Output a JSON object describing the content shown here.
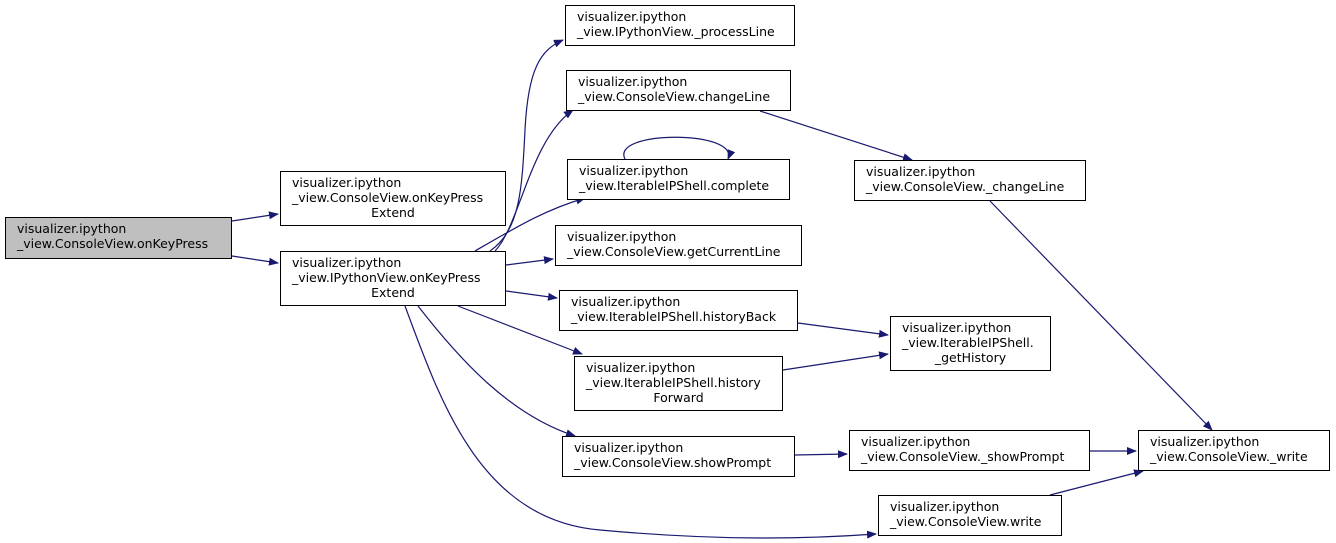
{
  "colors": {
    "edge": "#191970",
    "root_fill": "#bfbfbf",
    "node_fill": "#ffffff",
    "border": "#000000"
  },
  "nodes": {
    "onKeyPress": [
      "visualizer.ipython",
      "_view.ConsoleView.onKeyPress"
    ],
    "cv_onKeyPressExtend": [
      "visualizer.ipython",
      "_view.ConsoleView.onKeyPress",
      "Extend"
    ],
    "ipv_onKeyPressExtend": [
      "visualizer.ipython",
      "_view.IPythonView.onKeyPress",
      "Extend"
    ],
    "processLine": [
      "visualizer.ipython",
      "_view.IPythonView._processLine"
    ],
    "changeLine": [
      "visualizer.ipython",
      "_view.ConsoleView.changeLine"
    ],
    "complete": [
      "visualizer.ipython",
      "_view.IterableIPShell.complete"
    ],
    "getCurrentLine": [
      "visualizer.ipython",
      "_view.ConsoleView.getCurrentLine"
    ],
    "historyBack": [
      "visualizer.ipython",
      "_view.IterableIPShell.historyBack"
    ],
    "historyForward": [
      "visualizer.ipython",
      "_view.IterableIPShell.history",
      "Forward"
    ],
    "showPrompt": [
      "visualizer.ipython",
      "_view.ConsoleView.showPrompt"
    ],
    "write": [
      "visualizer.ipython",
      "_view.ConsoleView.write"
    ],
    "_changeLine": [
      "visualizer.ipython",
      "_view.ConsoleView._changeLine"
    ],
    "_getHistory": [
      "visualizer.ipython",
      "_view.IterableIPShell.",
      "_getHistory"
    ],
    "_showPrompt": [
      "visualizer.ipython",
      "_view.ConsoleView._showPrompt"
    ],
    "_write": [
      "visualizer.ipython",
      "_view.ConsoleView._write"
    ]
  },
  "edges": [
    [
      "onKeyPress",
      "cv_onKeyPressExtend"
    ],
    [
      "onKeyPress",
      "ipv_onKeyPressExtend"
    ],
    [
      "ipv_onKeyPressExtend",
      "processLine"
    ],
    [
      "ipv_onKeyPressExtend",
      "changeLine"
    ],
    [
      "ipv_onKeyPressExtend",
      "complete"
    ],
    [
      "ipv_onKeyPressExtend",
      "getCurrentLine"
    ],
    [
      "ipv_onKeyPressExtend",
      "historyBack"
    ],
    [
      "ipv_onKeyPressExtend",
      "historyForward"
    ],
    [
      "ipv_onKeyPressExtend",
      "showPrompt"
    ],
    [
      "ipv_onKeyPressExtend",
      "write"
    ],
    [
      "changeLine",
      "_changeLine"
    ],
    [
      "complete",
      "complete"
    ],
    [
      "historyBack",
      "_getHistory"
    ],
    [
      "historyForward",
      "_getHistory"
    ],
    [
      "showPrompt",
      "_showPrompt"
    ],
    [
      "_showPrompt",
      "_write"
    ],
    [
      "write",
      "_write"
    ],
    [
      "_changeLine",
      "_write"
    ]
  ]
}
